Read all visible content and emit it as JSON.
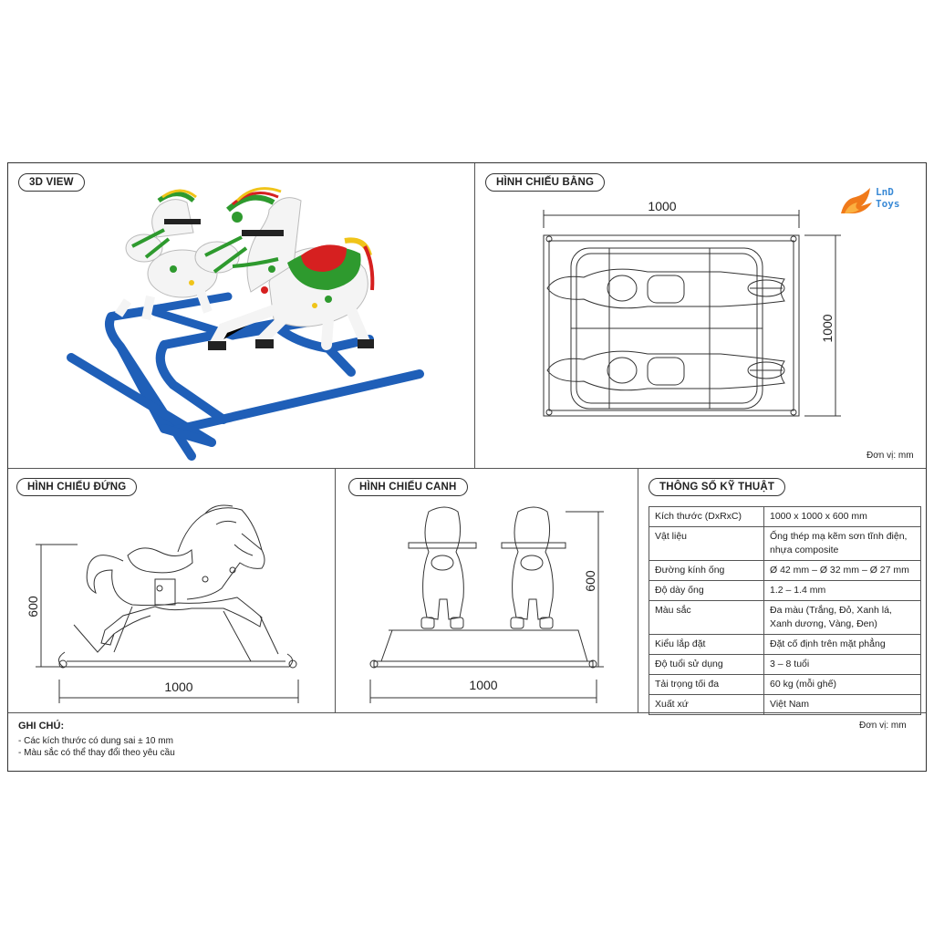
{
  "panels": {
    "view3d": {
      "title": "3D VIEW"
    },
    "top_view": {
      "title": "HÌNH CHIẾU BẰNG",
      "dim_width": "1000",
      "dim_depth": "1000",
      "unit": "Đơn vị: mm"
    },
    "front_view": {
      "title": "HÌNH CHIẾU ĐỨNG",
      "dim_height": "600",
      "dim_width": "1000"
    },
    "side_view": {
      "title": "HÌNH CHIẾU CANH",
      "dim_height": "600",
      "dim_width": "1000"
    },
    "specs": {
      "title": "THÔNG SỐ KỸ THUẬT",
      "rows": [
        {
          "key": "Kích thước (DxRxC)",
          "value": "1000 x 1000 x 600 mm"
        },
        {
          "key": "Vật liệu",
          "value": "Ống thép mạ kẽm sơn tĩnh điện, nhựa composite"
        },
        {
          "key": "Đường kính ống",
          "value": "Ø 42 mm – Ø 32 mm – Ø 27 mm"
        },
        {
          "key": "Độ dày ống",
          "value": "1.2 – 1.4 mm"
        },
        {
          "key": "Màu sắc",
          "value": "Đa màu (Trắng, Đỏ, Xanh lá, Xanh dương, Vàng, Đen)"
        },
        {
          "key": "Kiểu lắp đặt",
          "value": "Đặt cố định trên mặt phẳng"
        },
        {
          "key": "Độ tuổi sử dụng",
          "value": "3 – 8 tuổi"
        },
        {
          "key": "Tải trọng tối đa",
          "value": "60 kg (mỗi ghế)"
        },
        {
          "key": "Xuất xứ",
          "value": "Việt Nam"
        }
      ],
      "unit": "Đơn vị: mm"
    }
  },
  "notes": {
    "title": "GHI CHÚ:",
    "lines": [
      "- Các kích thước có dung sai ± 10 mm",
      "- Màu sắc có thể thay đổi theo yêu cầu"
    ]
  },
  "logo": {
    "line1": "LnD",
    "line2": "Toys"
  },
  "colors": {
    "frame_blue": "#1f5fb8",
    "horse_white": "#f4f4f4",
    "saddle_red": "#d62020",
    "bridle_green": "#2e9a2e",
    "logo_orange": "#f07a1a",
    "logo_blue": "#3a8ad6"
  }
}
